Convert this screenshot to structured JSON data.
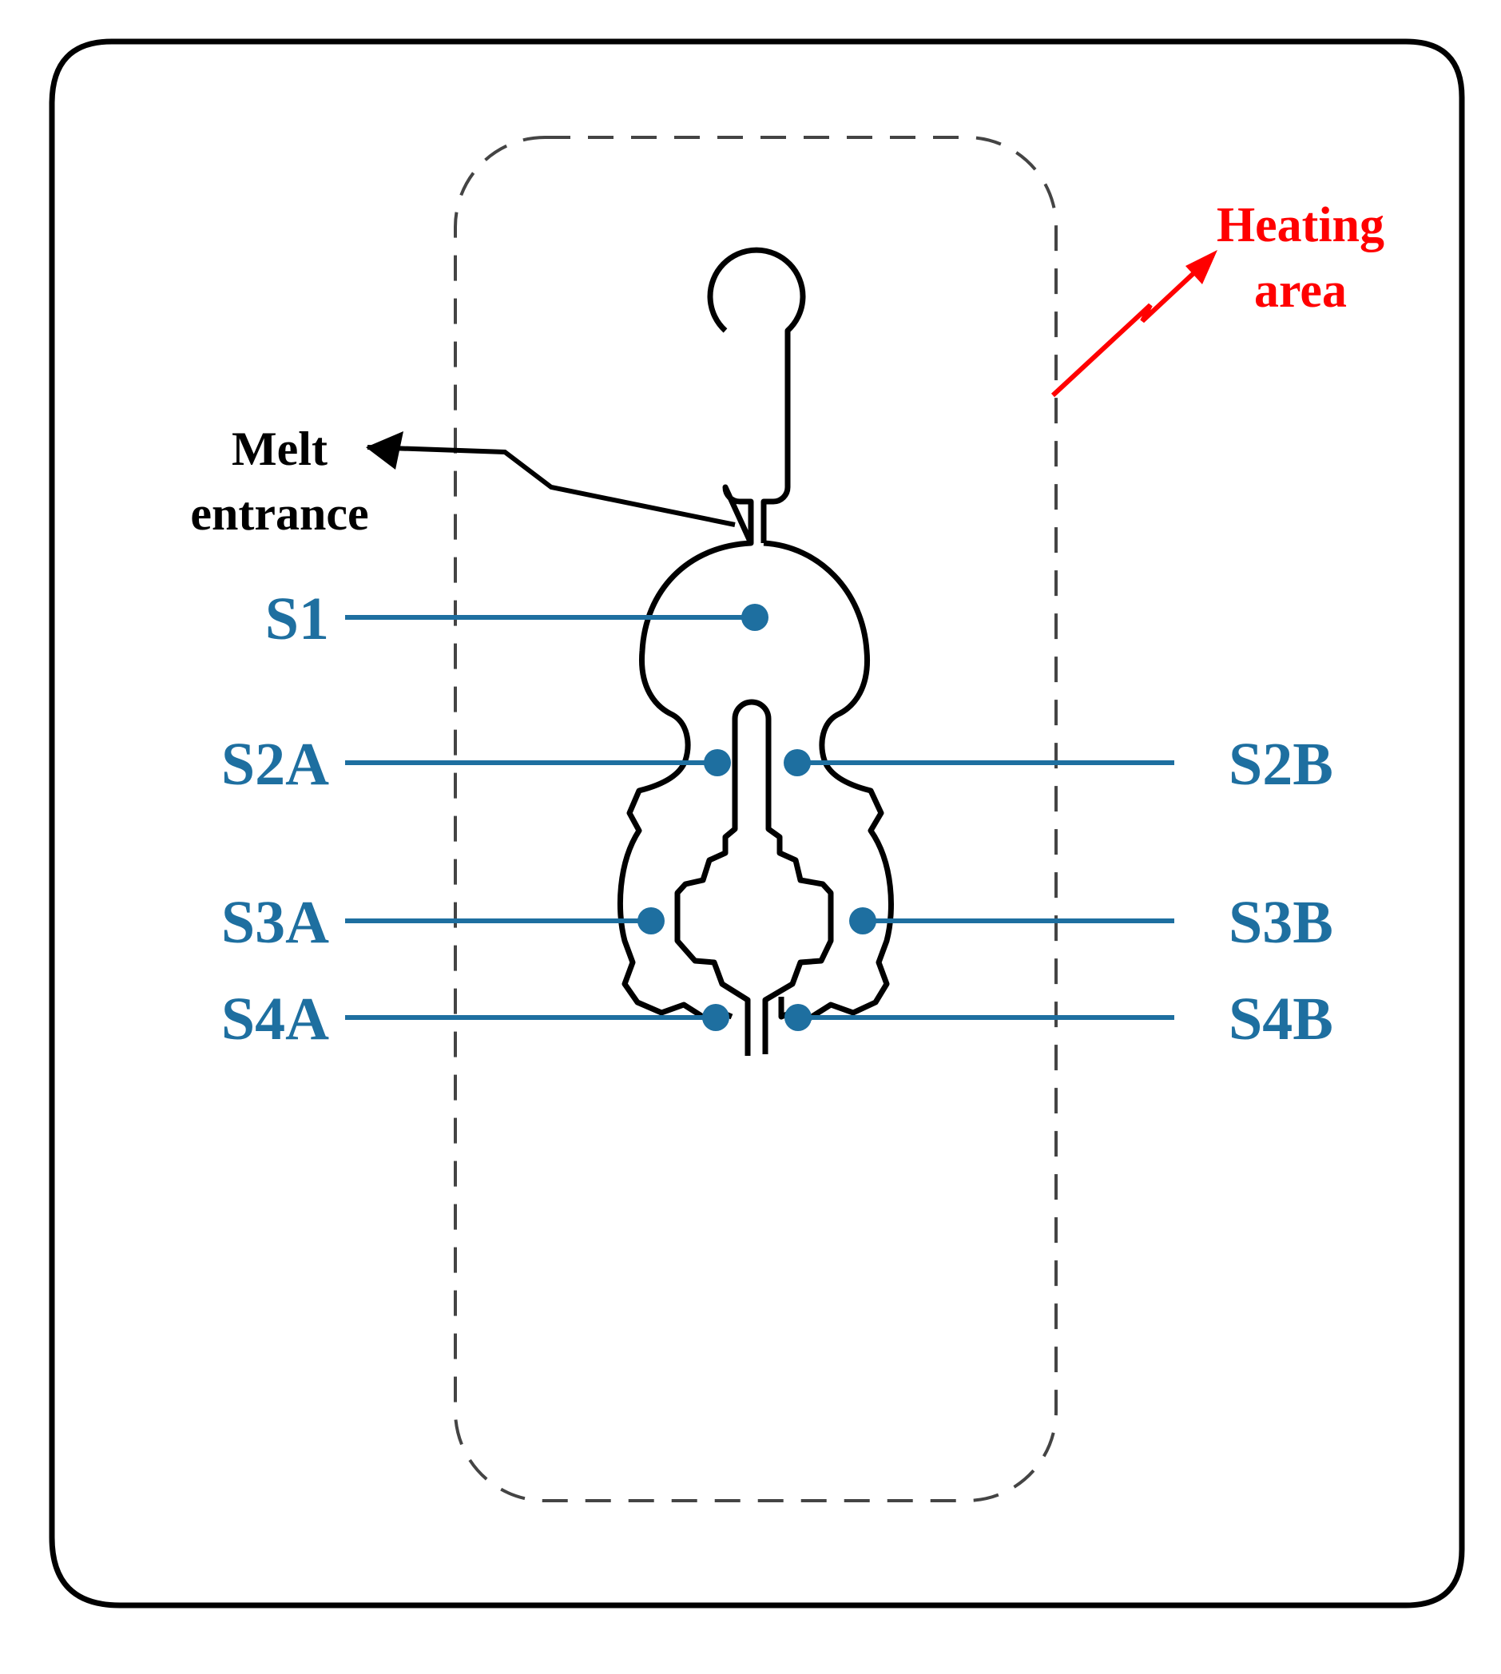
{
  "colors": {
    "outline": "#000000",
    "dashed": "#444444",
    "heating": "#ff0000",
    "sensor": "#1e6fa0"
  },
  "labels": {
    "melt_line1": "Melt",
    "melt_line2": "entrance",
    "heating_line1": "Heating",
    "heating_line2": "area"
  },
  "sensors": {
    "s1": "S1",
    "s2a": "S2A",
    "s2b": "S2B",
    "s3a": "S3A",
    "s3b": "S3B",
    "s4a": "S4A",
    "s4b": "S4B"
  }
}
